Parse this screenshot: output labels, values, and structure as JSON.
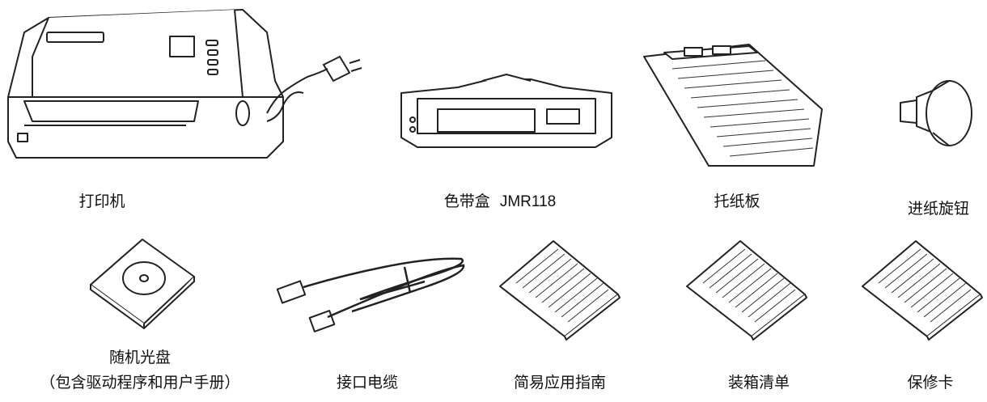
{
  "items": {
    "printer": {
      "name": "打印机"
    },
    "ribbon": {
      "name": "色带盒",
      "model": "JMR118"
    },
    "paper_tray": {
      "name": "托纸板"
    },
    "feed_knob": {
      "name": "进纸旋钮"
    },
    "cd": {
      "name": "随机光盘",
      "note": "（包含驱动程序和用户手册）"
    },
    "cable": {
      "name": "接口电缆"
    },
    "quick_guide": {
      "name": "简易应用指南"
    },
    "packing_list": {
      "name": "装箱清单"
    },
    "warranty_card": {
      "name": "保修卡"
    }
  }
}
